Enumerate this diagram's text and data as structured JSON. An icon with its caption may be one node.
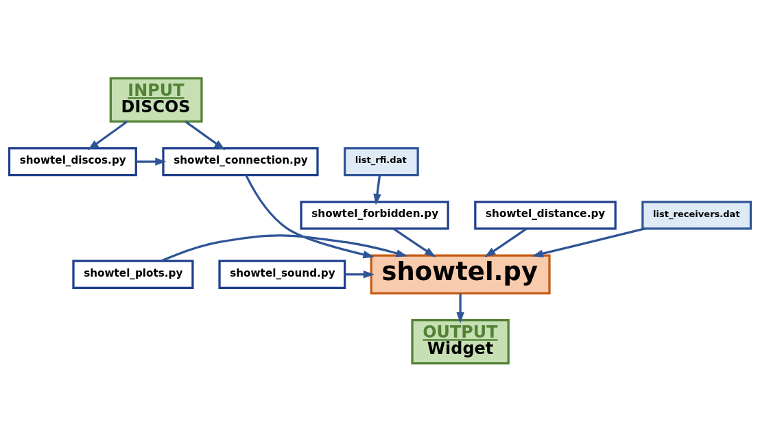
{
  "diagram": {
    "nodes": [
      {
        "text": [
          "INPUT",
          "DISCOS"
        ]
      },
      {
        "text": [
          "list_rfi.dat"
        ]
      },
      {
        "text": [
          "showtel_connection.py"
        ]
      },
      {
        "text": [
          "showtel_discos.py"
        ]
      },
      {
        "text": [
          "showtel_forbidden.py"
        ]
      },
      {
        "text": [
          "showtel_plots.py"
        ]
      },
      {
        "text": [
          "showtel.py"
        ]
      },
      {
        "text": [
          "showtel_sound.py"
        ]
      },
      {
        "text": [
          "showtel_distance.py"
        ]
      },
      {
        "text": [
          "list_receivers.dat"
        ]
      },
      {
        "text": [
          "OUTPUT",
          "Widget"
        ]
      }
    ],
    "edges": [
      {
        "from": 0,
        "to": 2,
        "arrow": "to"
      },
      {
        "from": 0,
        "to": 3,
        "arrow": "to"
      },
      {
        "from": 3,
        "to": 2,
        "arrow": "to"
      },
      {
        "from": 1,
        "to": 4,
        "arrow": "to"
      },
      {
        "from": 2,
        "to": 6,
        "arrow": "to"
      },
      {
        "from": 4,
        "to": 6,
        "arrow": "to"
      },
      {
        "from": 5,
        "to": 6,
        "arrow": "to"
      },
      {
        "from": 8,
        "to": 6,
        "arrow": "to"
      },
      {
        "from": 7,
        "to": 6,
        "arrow": "to"
      },
      {
        "from": 9,
        "to": 6,
        "arrow": "to"
      },
      {
        "from": 6,
        "to": 10,
        "arrow": "to"
      }
    ]
  }
}
